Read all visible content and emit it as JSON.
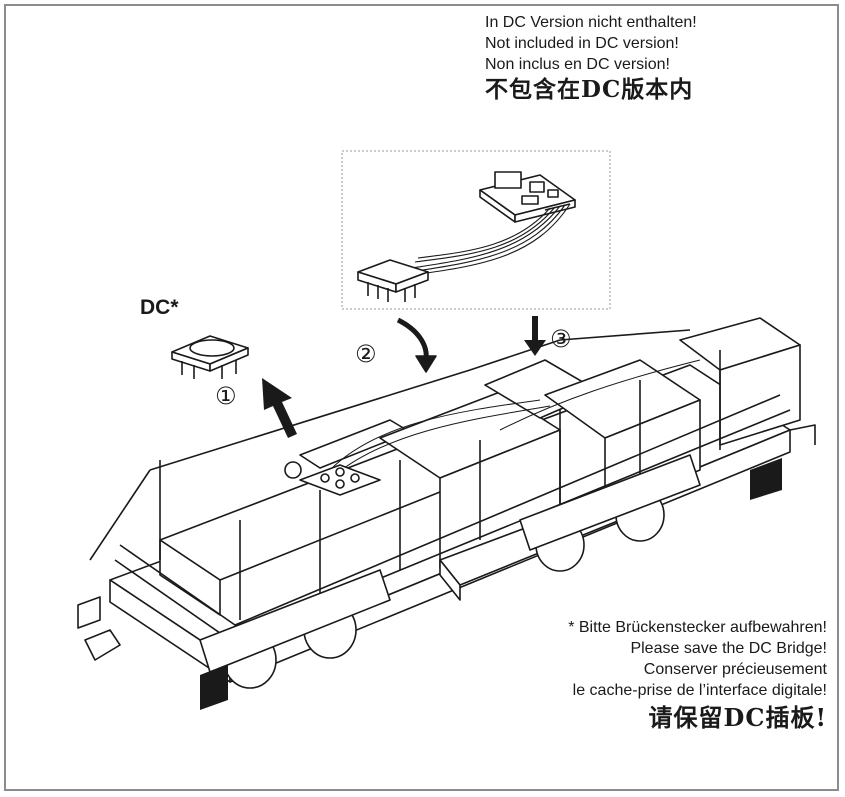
{
  "notes": {
    "top": {
      "de": "In DC Version nicht enthalten!",
      "en": "Not included in DC version!",
      "fr": "Non inclus en DC version!",
      "zh": "不包含在DC版本内"
    },
    "bottom": {
      "de": "* Bitte Brückenstecker aufbewahren!",
      "en": "Please save the DC Bridge!",
      "fr1": "Conserver précieusement",
      "fr2": "le cache-prise de l’interface digitale!",
      "zh": "请保留DC插板!"
    }
  },
  "labels": {
    "dc": "DC*",
    "step1": "①",
    "step2": "②",
    "step3": "③"
  }
}
